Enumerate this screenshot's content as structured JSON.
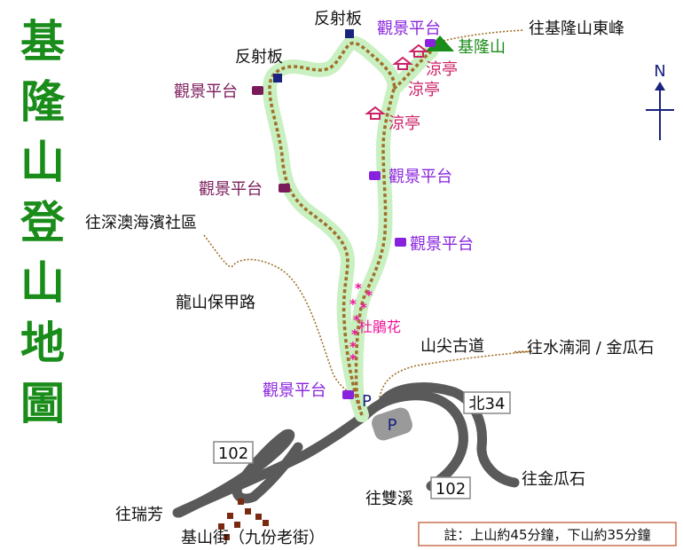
{
  "title": "基隆山登山地圖",
  "colors": {
    "title": "#1a8c1a",
    "trail": "#a0702a",
    "trail_glow": "#c8f0c0",
    "road": "#5a5a5a",
    "viewpoint_purple": "#8822dd",
    "viewpoint_maroon": "#7a1a5a",
    "pavilion": "#cc2266",
    "reflector": "#1a237e",
    "peak": "#1a8c1a",
    "azalea": "#ee1199",
    "street": "#7a2a10",
    "note_border": "#c87050"
  },
  "labels": {
    "reflector_top": "反射板",
    "reflector_left": "反射板",
    "viewpoint_top": "觀景平台",
    "to_east_peak": "往基隆山東峰",
    "peak": "基隆山",
    "pavilion_1": "涼亭",
    "pavilion_2": "涼亭",
    "pavilion_3": "涼亭",
    "viewpoint_left_1": "觀景平台",
    "viewpoint_left_2": "觀景平台",
    "viewpoint_right_1": "觀景平台",
    "viewpoint_right_2": "觀景平台",
    "to_shenao": "往深澳海濱社區",
    "longshan_road": "龍山保甲路",
    "azalea": "杜鵑花",
    "shanjian_trail": "山尖古道",
    "to_shuinandong": "往水湳洞 / 金瓜石",
    "viewpoint_bottom": "觀景平台",
    "parking_1": "P",
    "parking_2": "P",
    "road_102_a": "102",
    "road_102_b": "102",
    "road_north34": "北34",
    "to_jinguashi": "往金瓜石",
    "to_shuangxi": "往雙溪",
    "to_ruifang": "往瑞芳",
    "jishan_street": "基山街（九份老街）",
    "north": "N",
    "note": "註：上山約45分鐘，下山約35分鐘"
  }
}
